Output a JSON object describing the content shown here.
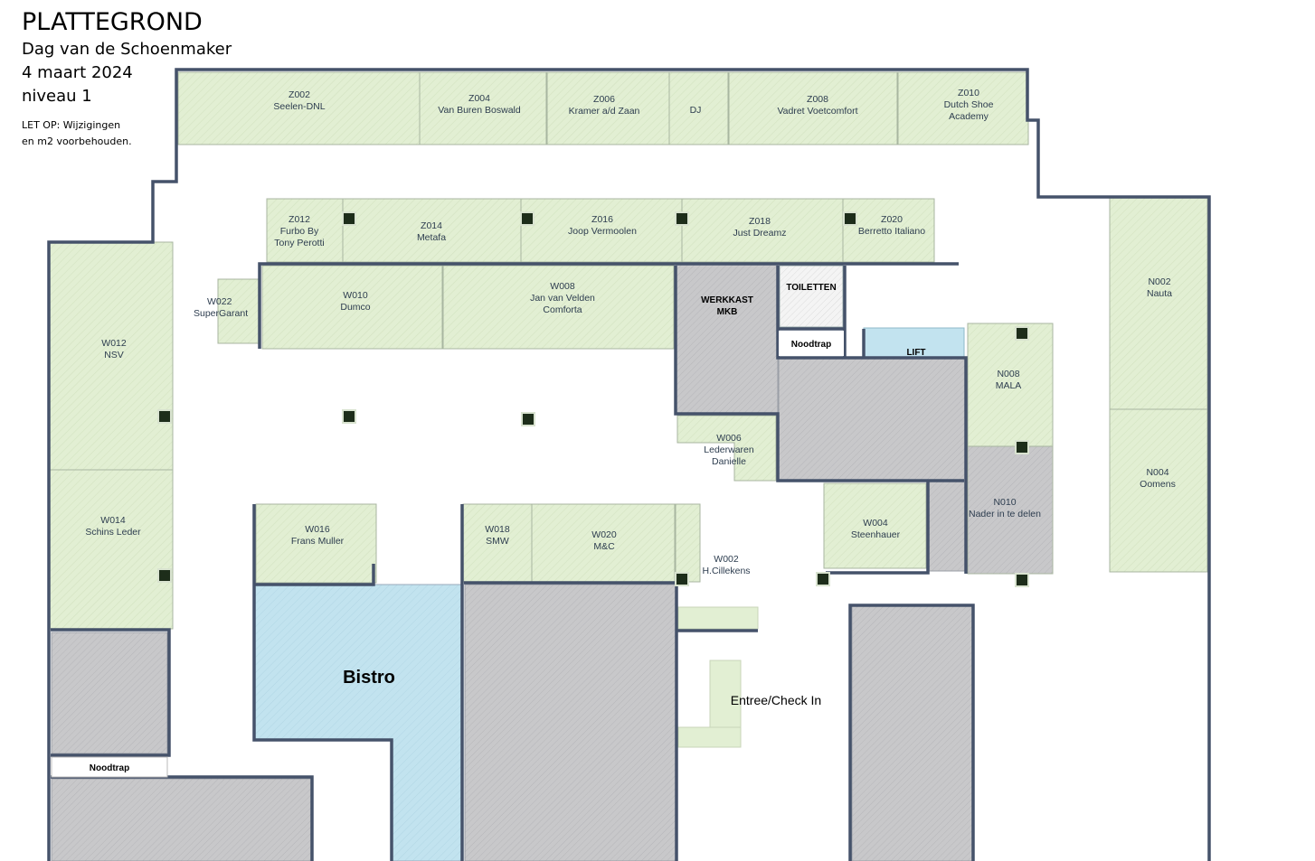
{
  "header": {
    "title": "PLATTEGROND",
    "event": "Dag van de Schoenmaker",
    "date": "4 maart 2024",
    "level": "niveau 1",
    "note_line1": "LET OP: Wijzigingen",
    "note_line2": "en m2 voorbehouden."
  },
  "colors": {
    "booth_fill": "#e2efd3",
    "booth_stroke": "#a8b6a0",
    "service_fill": "#c8c8ca",
    "blue_fill": "#c2e3ef",
    "wall": "#45526a",
    "marker": "#000000"
  },
  "booths": [
    {
      "id": "z002",
      "lines": [
        "Z002",
        "Seelen-DNL"
      ]
    },
    {
      "id": "z004",
      "lines": [
        "Z004",
        "Van Buren Boswald"
      ]
    },
    {
      "id": "z006",
      "lines": [
        "Z006",
        "Kramer a/d Zaan"
      ]
    },
    {
      "id": "dj",
      "lines": [
        "DJ"
      ]
    },
    {
      "id": "z008",
      "lines": [
        "Z008",
        "Vadret Voetcomfort"
      ]
    },
    {
      "id": "z010",
      "lines": [
        "Z010",
        "Dutch Shoe",
        "Academy"
      ]
    },
    {
      "id": "z012",
      "lines": [
        "Z012",
        "Furbo By",
        "Tony Perotti"
      ]
    },
    {
      "id": "z014",
      "lines": [
        "Z014",
        "Metafa"
      ]
    },
    {
      "id": "z016",
      "lines": [
        "Z016",
        "Joop Vermoolen"
      ]
    },
    {
      "id": "z018",
      "lines": [
        "Z018",
        "Just Dreamz"
      ]
    },
    {
      "id": "z020",
      "lines": [
        "Z020",
        "Berretto Italiano"
      ]
    },
    {
      "id": "w022",
      "lines": [
        "W022",
        "SuperGarant"
      ]
    },
    {
      "id": "w010",
      "lines": [
        "W010",
        "Dumco"
      ]
    },
    {
      "id": "w008",
      "lines": [
        "W008",
        "Jan van Velden",
        "Comforta"
      ]
    },
    {
      "id": "w012",
      "lines": [
        "W012",
        "NSV"
      ]
    },
    {
      "id": "w014",
      "lines": [
        "W014",
        "Schins Leder"
      ]
    },
    {
      "id": "w006",
      "lines": [
        "W006",
        "Lederwaren",
        "Danielle"
      ]
    },
    {
      "id": "w016",
      "lines": [
        "W016",
        "Frans Muller"
      ]
    },
    {
      "id": "w018",
      "lines": [
        "W018",
        "SMW"
      ]
    },
    {
      "id": "w020",
      "lines": [
        "W020",
        "M&C"
      ]
    },
    {
      "id": "w002",
      "lines": [
        "W002",
        "H.Cillekens"
      ]
    },
    {
      "id": "w004",
      "lines": [
        "W004",
        "Steenhauer"
      ]
    },
    {
      "id": "n002",
      "lines": [
        "N002",
        "Nauta"
      ]
    },
    {
      "id": "n004",
      "lines": [
        "N004",
        "Oomens"
      ]
    },
    {
      "id": "n008",
      "lines": [
        "N008",
        "MALA"
      ]
    },
    {
      "id": "n010",
      "lines": [
        "N010",
        "Nader in te delen"
      ]
    }
  ],
  "facilities": {
    "werkkast": [
      "WERKKAST",
      "MKB"
    ],
    "toiletten": "TOILETTEN",
    "noodtrap": "Noodtrap",
    "lift": "LIFT",
    "bistro": "Bistro",
    "entree": "Entree/Check In"
  }
}
